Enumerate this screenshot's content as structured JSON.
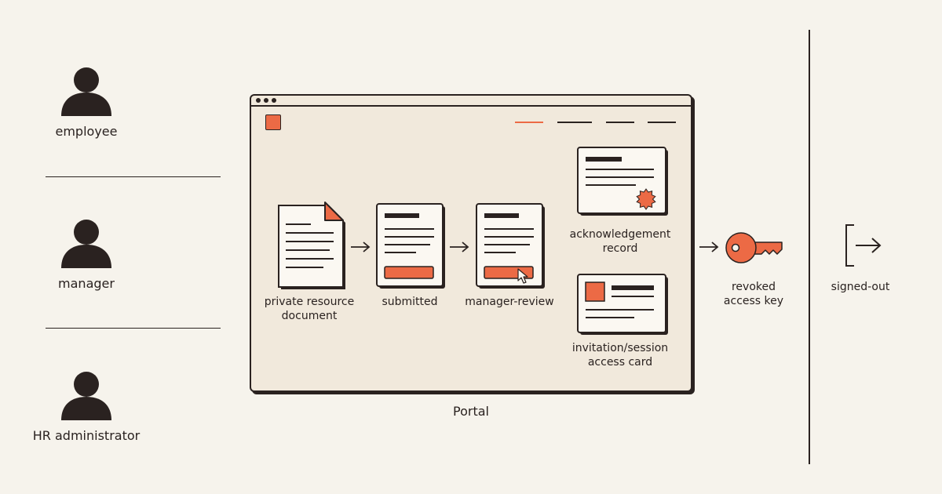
{
  "roles": [
    {
      "label": "employee"
    },
    {
      "label": "manager"
    },
    {
      "label": "HR administrator"
    }
  ],
  "portal": {
    "label": "Portal"
  },
  "steps": {
    "private_doc": {
      "line1": "private resource",
      "line2": "document"
    },
    "submitted": {
      "label": "submitted"
    },
    "manager_review": {
      "label": "manager-review"
    },
    "ack_record": {
      "line1": "acknowledgement",
      "line2": "record"
    },
    "invite_card": {
      "line1": "invitation/session",
      "line2": "access card"
    }
  },
  "revoked_key": {
    "line1": "revoked",
    "line2": "access key"
  },
  "signed_out": {
    "label": "signed-out"
  },
  "colors": {
    "accent": "#ec6a45",
    "ink": "#2a2220",
    "background": "#f6f3ec",
    "panel": "#f1e9dc"
  },
  "icons": [
    "person-icon",
    "document-icon",
    "form-icon",
    "cursor-icon",
    "certificate-icon",
    "seal-icon",
    "id-card-icon",
    "key-icon",
    "sign-out-icon",
    "arrow-right-icon"
  ]
}
